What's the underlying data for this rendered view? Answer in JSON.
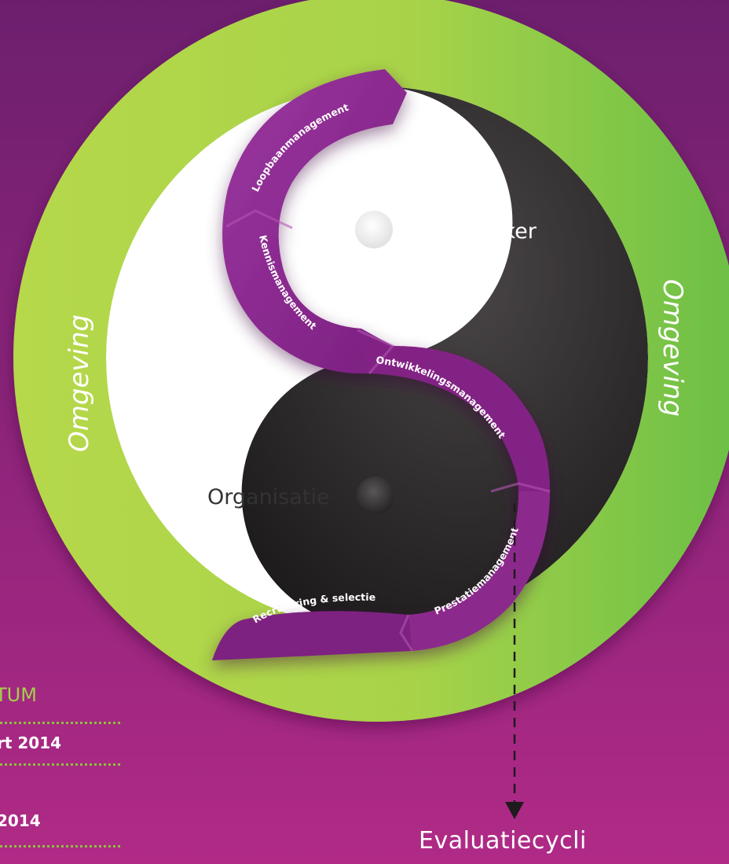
{
  "diagram": {
    "outer_label_left": "Omgeving",
    "outer_label_right": "Omgeving",
    "dark_half_label": "Medewerker",
    "light_half_label": "Organisatie",
    "ribbon_labels": {
      "loopbaan": "Loopbaanmanagement",
      "kennis": "Kennismanagement",
      "ontwikkeling": "Ontwikkelingsmanagement",
      "prestatie": "Prestatiemanagement",
      "recrutering": "Recrutering & selectie"
    },
    "arrow_label": "Evaluatiecycli"
  },
  "side_panel": {
    "heading": "TUM",
    "rows": [
      "rt 2014",
      "2014"
    ]
  },
  "colors": {
    "background_top": "#6d1f6e",
    "background_bottom": "#b02a86",
    "ring_green": "#a5d04b",
    "dark_half": "#2a2729",
    "light_half": "#ffffff",
    "ribbon_purple": "#8e2a8e"
  }
}
